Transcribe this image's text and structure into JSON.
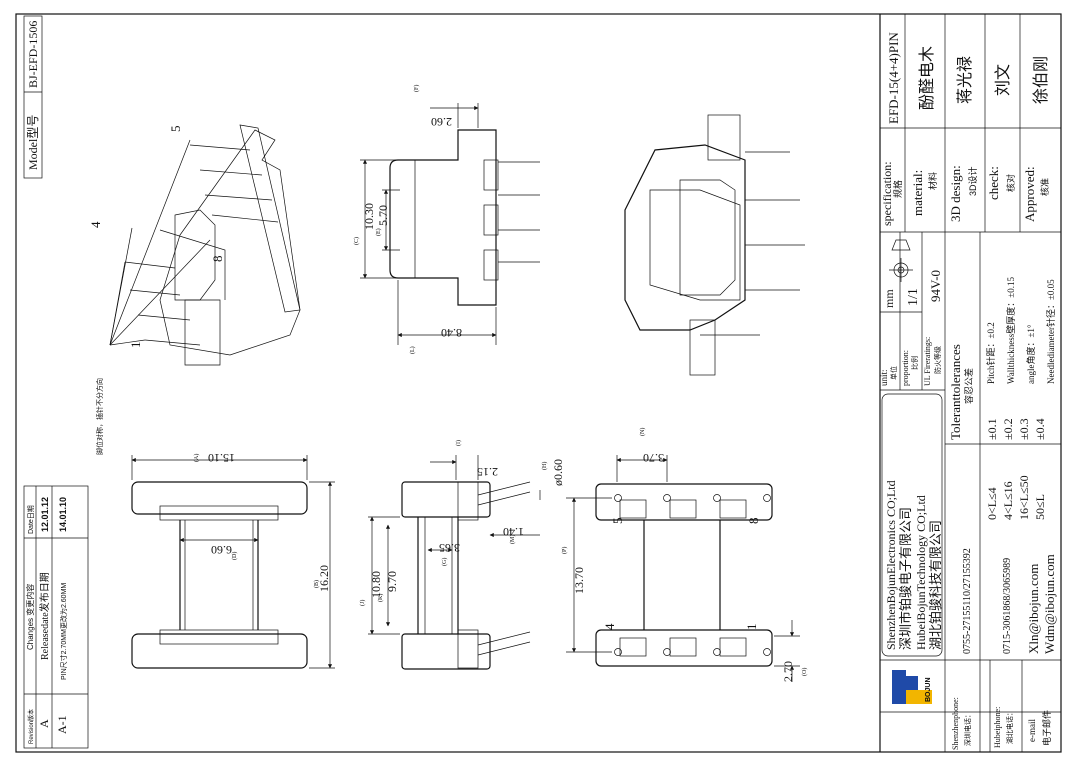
{
  "model_label": "Model型号",
  "model_value": "BJ-EFD-1506",
  "changes": {
    "header": [
      "Revision版本",
      "Changes 变更内容",
      "Date日期"
    ],
    "rows": [
      [
        "A",
        "Releasedate发布日期",
        "12.01.12"
      ],
      [
        "A-1",
        "PIN尺寸2.70MM更改为2.60MM",
        "14.01.10"
      ]
    ]
  },
  "pin_labels": {
    "p1": "1",
    "p4": "4",
    "p5": "5",
    "p8": "8"
  },
  "iso_note": "脚位对称，插针不分方向",
  "dims": {
    "F": "2.60",
    "F_ref": "(F)",
    "C": "10.30",
    "C_ref": "(C)",
    "E": "5.70",
    "E_ref": "(E)",
    "L": "8.40",
    "L_ref": "(L)",
    "A": "15.10",
    "A_ref": "(A)",
    "D": "6.60",
    "D_ref": "(D)",
    "B": "16.20",
    "B_ref": "(B)",
    "I": "2.15",
    "I_ref": "(I)",
    "H": "ø0.60",
    "H_ref": "(H)",
    "M": "1.40",
    "M_ref": "(M)",
    "G": "3.65",
    "G_ref": "(G)",
    "J": "10.80",
    "J_ref": "(J)",
    "K": "9.70",
    "K_ref": "(K)",
    "N": "3.70",
    "N_ref": "(N)",
    "P": "13.70",
    "P_ref": "(P)",
    "O": "2.70",
    "O_ref": "(O)"
  },
  "title_block": {
    "spec_label": "specification:",
    "spec_cn": "规格",
    "spec_value": "EFD-15(4+4)PIN",
    "material_label": "material:",
    "material_cn": "材料",
    "material_value": "酚醛电木",
    "design_label": "3D design:",
    "design_cn": "3D设计",
    "design_value": "蒋光禄",
    "check_label": "check:",
    "check_cn": "核对",
    "check_value": "刘文",
    "approved_label": "Approved:",
    "approved_cn": "核准",
    "approved_value": "徐伯刚",
    "unit_label": "unit:",
    "unit_cn": "单位",
    "unit_value": "mm",
    "proportion_label": "proportion:",
    "proportion_cn": "比例",
    "proportion_value": "1/1",
    "fire_label": "UL Fireratings:",
    "fire_cn": "防火等级",
    "fire_value": "94V-0",
    "tol_title": "Toleranttolerances",
    "tol_cn": "容忍公差",
    "tol_ranges": [
      [
        "0<L≤4",
        "±0.1"
      ],
      [
        "4<L≤16",
        "±0.2"
      ],
      [
        "16<L≤50",
        "±0.3"
      ],
      [
        "50≤L",
        "±0.4"
      ]
    ],
    "tol_specs": [
      "Pitch针距：±0.2",
      "Wallthickness壁厚度：±0.15",
      "angle角度：±1°",
      "Needlediameter针径：±0.05"
    ],
    "company_lines": [
      "ShenzhenBojunElectronics CO;Ltd",
      "深圳市铂骏电子有限公司",
      "HubeiBojunTechnology CO;Ltd",
      "湖北铂骏科技有限公司"
    ],
    "logo_text": "BOJUN",
    "shenzhen_phone_label": "Shenzhenphone:",
    "shenzhen_phone_cn": "深圳电话：",
    "shenzhen_phone": "0755-27155110/27155392",
    "hubei_phone_label": "Hubeiphone:",
    "hubei_phone_cn": "湖北电话：",
    "hubei_phone": "0715-3061868/3065989",
    "email_label": "e-mail",
    "email_cn": "电子邮件",
    "email1": "Xln@ibojun.com",
    "email2": "Wdm@ibojun.com"
  }
}
